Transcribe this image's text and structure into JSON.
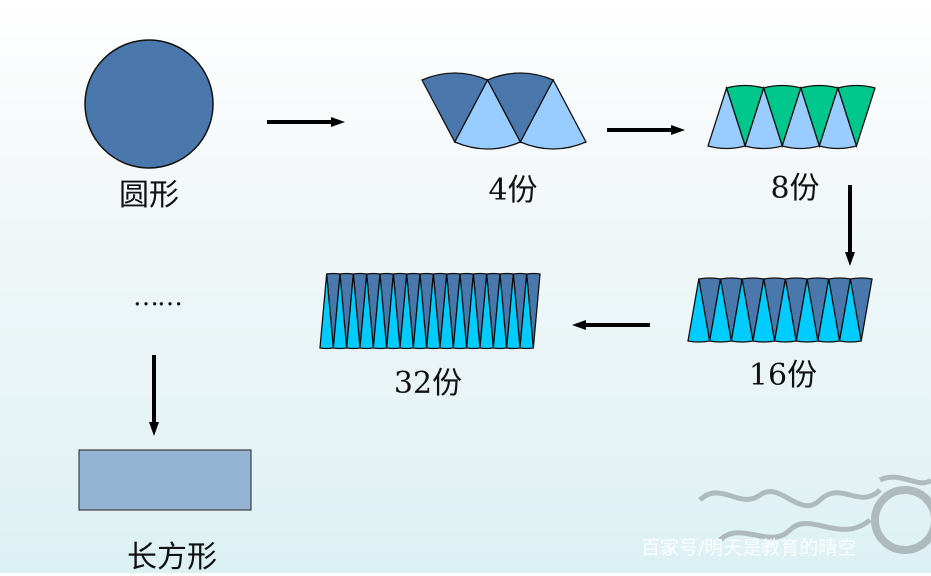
{
  "labels": {
    "circle": "圆形",
    "four": "4份",
    "eight": "8份",
    "sixteen": "16份",
    "thirtytwo": "32份",
    "ellipsis": "……",
    "rectangle": "长方形"
  },
  "watermark": "百家号/明天是教育的晴空",
  "strips": [
    {
      "name": "four-parts",
      "parts": 4,
      "top_color": "#4a78ad",
      "bottom_color": "#99ccff"
    },
    {
      "name": "eight-parts",
      "parts": 8,
      "top_color": "#00c78c",
      "bottom_color": "#99ccff"
    },
    {
      "name": "sixteen-parts",
      "parts": 16,
      "top_color": "#4a78ad",
      "bottom_color": "#00ccff"
    },
    {
      "name": "thirtytwo-parts",
      "parts": 32,
      "top_color": "#4a78ad",
      "bottom_color": "#00ccff"
    }
  ],
  "colors": {
    "circle": "#4a78ad",
    "rectangle": "#95b3d3",
    "arrow": "#000000"
  }
}
